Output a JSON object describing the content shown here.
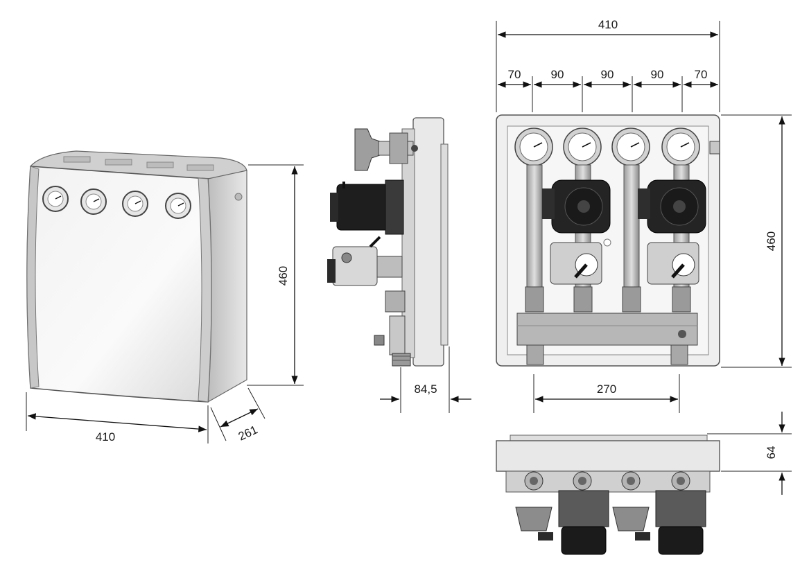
{
  "dimensions": {
    "cover_width": "410",
    "cover_height": "460",
    "cover_depth": "261",
    "side_depth": "84,5",
    "front_total_width": "410",
    "front_spacing": [
      "70",
      "90",
      "90",
      "90",
      "70"
    ],
    "front_height": "460",
    "pipe_spacing": "270",
    "bottom_depth": "64"
  },
  "views": [
    "cover-perspective",
    "side-view",
    "front-view",
    "bottom-view"
  ],
  "colors": {
    "line": "#111111",
    "metal": "#c8c8c8",
    "dark": "#1e1e1e",
    "panel": "#efefef"
  }
}
